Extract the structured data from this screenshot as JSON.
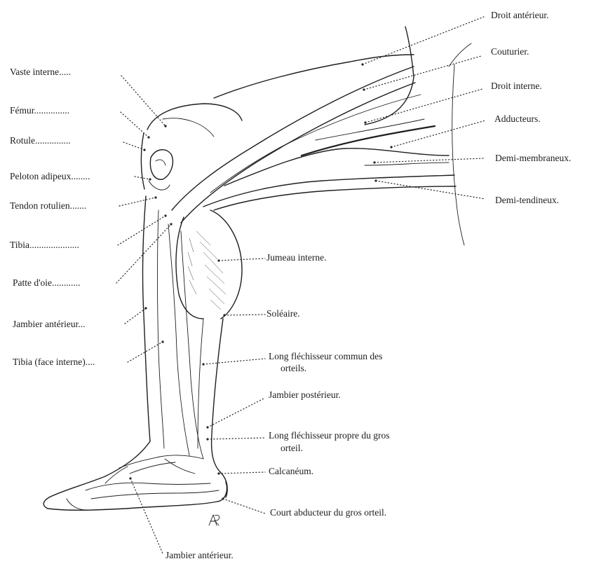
{
  "labels": {
    "droit_anterieur": "Droit antérieur.",
    "couturier": "Couturier.",
    "droit_interne": "Droit interne.",
    "adducteurs": "Adducteurs.",
    "demi_membraneux": "Demi-membraneux.",
    "demi_tendineux": "Demi-tendineux.",
    "vaste_interne": "Vaste interne.....",
    "femur": "Fémur...............",
    "rotule": "Rotule...............",
    "peloton_adipeux": "Peloton adipeux........",
    "tendon_rotulien": "Tendon rotulien.......",
    "tibia": "Tibia.....................",
    "patte_doie": "Patte d'oie............",
    "jambier_anterieur_left": "Jambier antérieur...",
    "tibia_face_interne": "Tibia (face interne)....",
    "jumeau_interne": "Jumeau interne.",
    "soleaire": "Soléaire.",
    "long_flechisseur_commun_1": "Long fléchisseur commun  des",
    "long_flechisseur_commun_2": "orteils.",
    "jambier_posterieur": "Jambier postérieur.",
    "long_flechisseur_propre_1": "Long fléchisseur propre du gros",
    "long_flechisseur_propre_2": "orteil.",
    "calcaneum": "Calcanéum.",
    "court_abducteur": "Court abducteur  du gros orteil.",
    "jambier_anterieur_bottom": "Jambier antérieur."
  },
  "signature": "AR"
}
